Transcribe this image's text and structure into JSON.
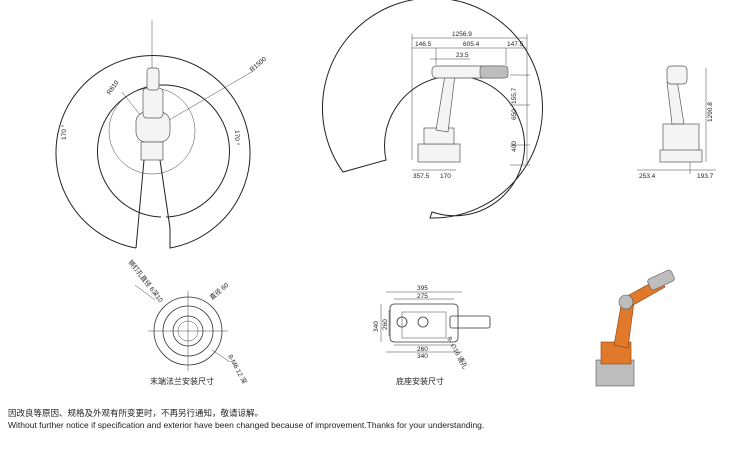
{
  "top_view": {
    "r_inner": "R810",
    "r_outer": "R1500",
    "angle_left": "170 °",
    "angle_right": "170 °"
  },
  "side_view": {
    "dims": {
      "total_reach": "1256.9",
      "d146": "146.5",
      "d605": "605.4",
      "d147": "147.5",
      "d23": "23.5",
      "d155": "155.7",
      "d650": "650",
      "d400": "400",
      "d357": "357.5",
      "d170": "170"
    }
  },
  "front_view": {
    "dims": {
      "height": "1290.8",
      "left": "253.4",
      "right": "193.7"
    }
  },
  "flange": {
    "label_pin": "销钉孔直径 6深10",
    "label_dia": "直径 60",
    "label_bolt": "8-M6 12 深",
    "caption": "末端法兰安装尺寸"
  },
  "base": {
    "dims": {
      "w395": "395",
      "w275": "275",
      "h340": "340",
      "h260": "260",
      "w260": "260",
      "w340": "340",
      "holes": "8- ∅16 通孔"
    },
    "caption": "底座安装尺寸"
  },
  "footer": {
    "cn": "因改良等原因、规格及外观有所变更时，不再另行通知，敬请谅解。",
    "en": "Without further notice if specification and exterior have been changed because of improvement.Thanks for your understanding."
  }
}
